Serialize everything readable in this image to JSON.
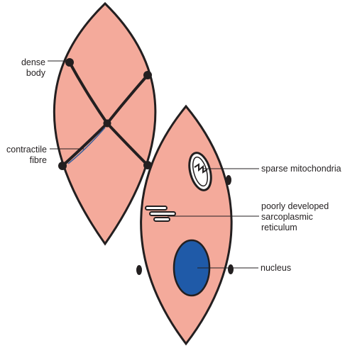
{
  "colors": {
    "cell_fill": "#f4aa9b",
    "outline": "#231f20",
    "nucleus": "#1f5aa8",
    "fibre_highlight": "#3a5f9a",
    "leader_line": "#231f20"
  },
  "labels": {
    "dense_body": [
      "dense",
      "body"
    ],
    "contractile_fibre": [
      "contractile",
      "fibre"
    ],
    "sparse_mitochondria": "sparse mitochondria",
    "sarcoplasmic_reticulum": [
      "poorly developed",
      "sarcoplasmic",
      "reticulum"
    ],
    "nucleus": "nucleus"
  }
}
